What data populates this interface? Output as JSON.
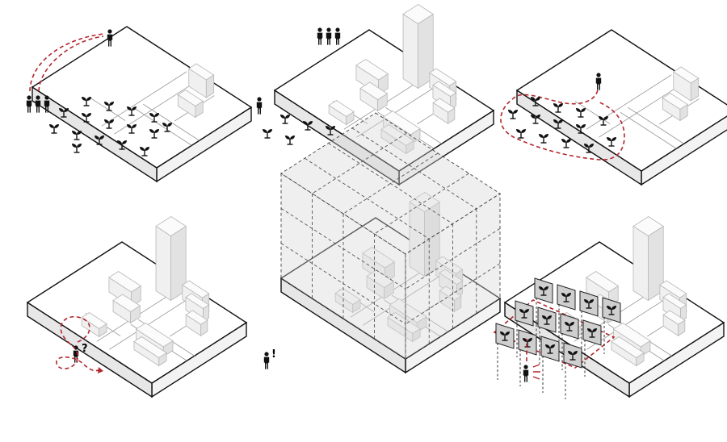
{
  "colors": {
    "accent_red": "#b3262d",
    "icon_black": "#111111"
  },
  "icons": {
    "person": "person-icon",
    "plant": "plant-sprout-icon"
  },
  "panels": [
    {
      "id": "panel-1",
      "crowd_people": 3,
      "single_people": 1,
      "plants": 16,
      "route": "dashed-arc"
    },
    {
      "id": "panel-2",
      "crowd_people": 3,
      "single_people": 1,
      "plants": 5,
      "route": "none"
    },
    {
      "id": "panel-3",
      "crowd_people": 0,
      "single_people": 1,
      "plants": 13,
      "route": "dashed-loop"
    },
    {
      "id": "panel-4",
      "crowd_people": 0,
      "single_people": 1,
      "plants": 0,
      "route": "dashed-wander",
      "marker": "?"
    },
    {
      "id": "panel-5",
      "crowd_people": 0,
      "single_people": 1,
      "plants": 0,
      "route": "dashed-grid-volume",
      "marker": "!"
    },
    {
      "id": "panel-6",
      "crowd_people": 0,
      "single_people": 1,
      "plants": 12,
      "route": "dashed-vertical-panels"
    }
  ],
  "markers": {
    "question": "?",
    "exclaim": "!"
  }
}
